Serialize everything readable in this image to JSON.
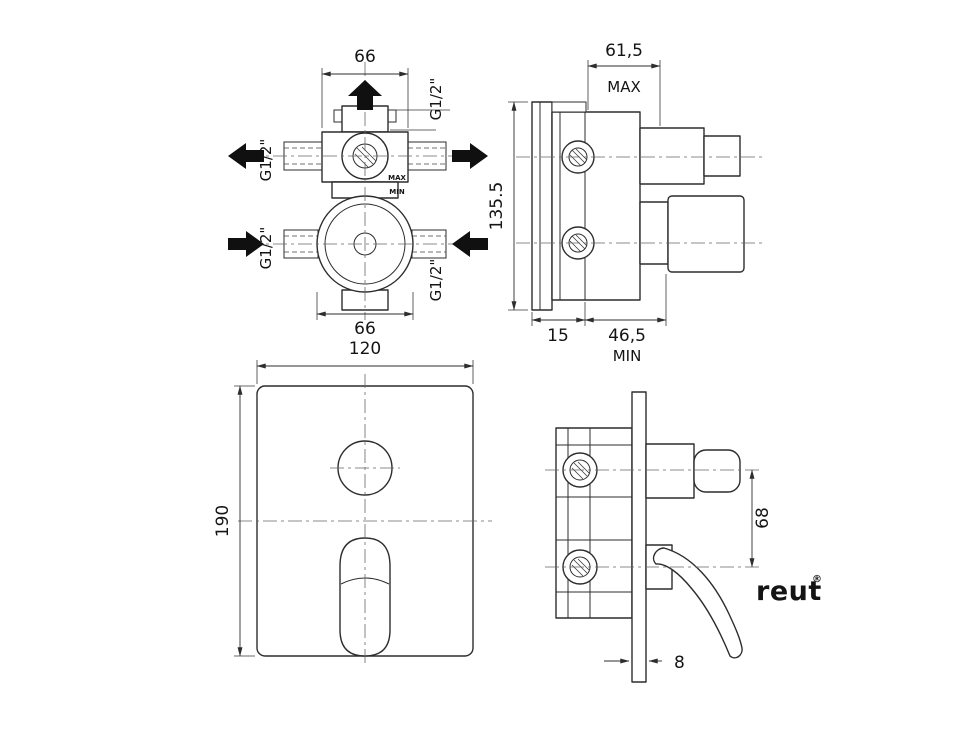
{
  "drawing": {
    "title": "shower-mixer-technical-drawing",
    "colors": {
      "line": "#2d2d2d",
      "background": "#ffffff",
      "logo": "#1c2e55"
    },
    "logo": {
      "text": "reut",
      "mark": "®",
      "color": "#1c2e55"
    },
    "valve_front": {
      "dim_top": "66",
      "dim_bottom": "66",
      "thread_label": "G1/2\"",
      "body_max": "MAX",
      "body_min": "MIN"
    },
    "valve_side": {
      "dim_depth_total": "61,5",
      "max_label": "MAX",
      "dim_height": "135.5",
      "dim_wall": "15",
      "dim_depth_body": "46,5",
      "min_label": "MIN"
    },
    "trim_front": {
      "dim_width": "120",
      "dim_height": "190"
    },
    "trim_side": {
      "dim_axis_distance": "68",
      "dim_plate_thickness": "8"
    }
  }
}
